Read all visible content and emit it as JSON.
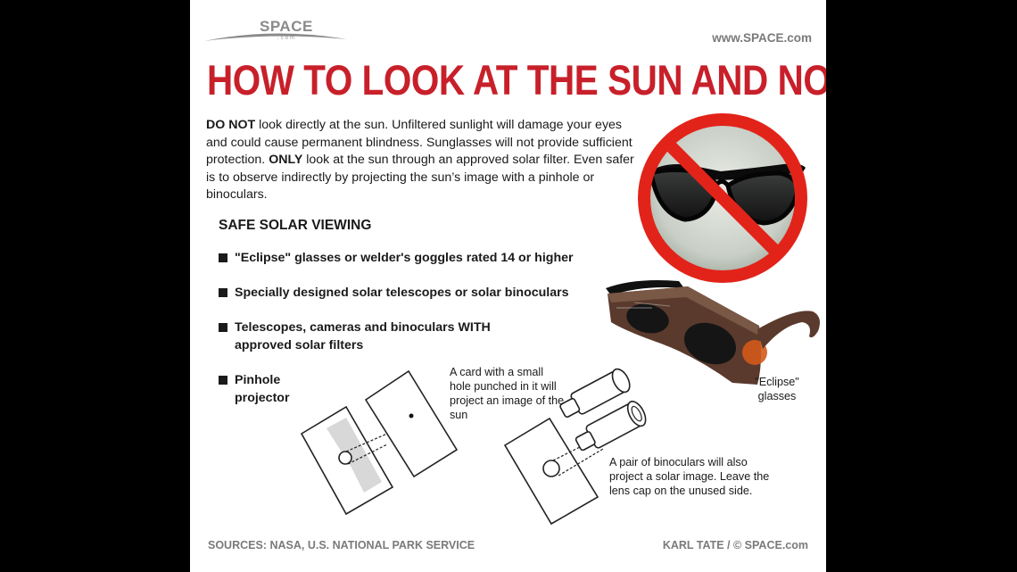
{
  "header": {
    "logo_text": "SPACE",
    "logo_sub": ".com",
    "site_url": "www.SPACE.com"
  },
  "headline": "HOW TO LOOK AT THE SUN AND NOT GO BLIND",
  "intro": {
    "lead_bold": "DO NOT",
    "part1": " look directly at the sun. Unfiltered sunlight will damage your eyes and could cause permanent blindness. Sunglasses will not provide sufficient protection. ",
    "only_bold": "ONLY",
    "part2": " look at the sun through an approved solar filter. Even safer is to observe indirectly by projecting the sun’s image with a pinhole or binoculars."
  },
  "safe_viewing": {
    "title": "SAFE SOLAR VIEWING",
    "items": [
      "\"Eclipse\" glasses or welder's goggles rated 14 or higher",
      "Specially designed solar telescopes or solar binoculars",
      "Telescopes, cameras and binoculars WITH approved solar filters",
      "Pinhole projector"
    ]
  },
  "notes": {
    "pinhole_card": "A card with a small hole punched in it will project an image of the sun",
    "binoculars": "A pair of binoculars will also project a solar image. Leave the lens cap on the unused side.",
    "eclipse_glasses": "\"Eclipse\" glasses"
  },
  "footer": {
    "sources": "SOURCES: NASA, U.S. NATIONAL PARK SERVICE",
    "credit": "KARL TATE / © SPACE.com"
  },
  "colors": {
    "headline_red": "#c8202a",
    "prohibition_red": "#e2231a",
    "text_dark": "#1a1a1a",
    "gray": "#7a7a7a"
  },
  "icons": [
    "prohibited-sunglasses-icon",
    "eclipse-glasses-icon",
    "pinhole-projector-icon",
    "binoculars-icon"
  ]
}
